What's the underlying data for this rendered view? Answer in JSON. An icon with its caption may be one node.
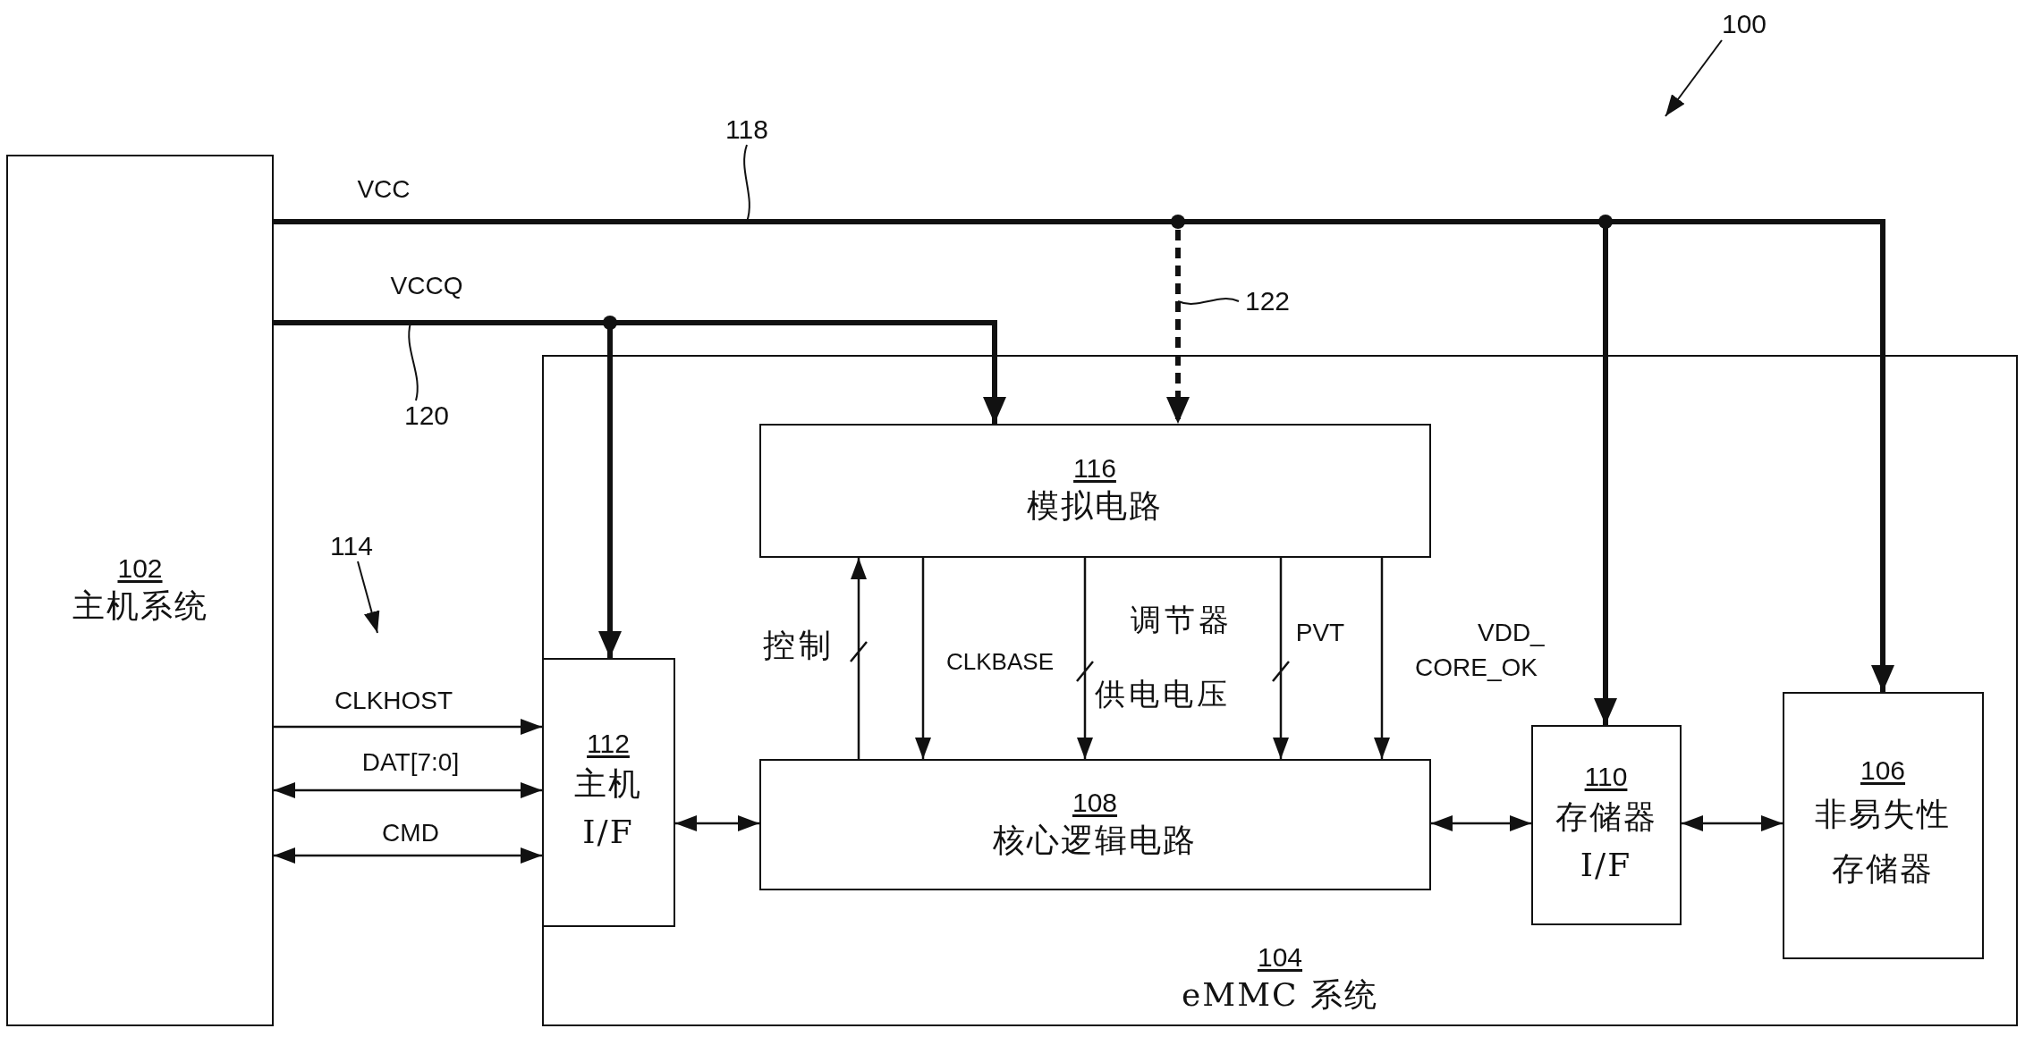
{
  "diagram": {
    "nodes": [
      {
        "text": [
          "102",
          "主机系统"
        ]
      },
      {
        "text": [
          "104",
          "eMMC 系统"
        ]
      },
      {
        "text": [
          "116",
          "模拟电路"
        ],
        "in": 1
      },
      {
        "text": [
          "108",
          "核心逻辑电路"
        ],
        "in": 1
      },
      {
        "text": [
          "112",
          "主机 I/F"
        ],
        "in": 1
      },
      {
        "text": [
          "110",
          "存储器 I/F"
        ],
        "in": 1
      },
      {
        "text": [
          "106",
          "非易失性存储器"
        ],
        "in": 1
      },
      {
        "text": [
          "118"
        ]
      },
      {
        "text": [
          "120"
        ]
      },
      {
        "text": [
          "122"
        ]
      },
      {
        "text": [
          "114"
        ]
      },
      {
        "text": [
          "100"
        ]
      }
    ],
    "edges": [
      {
        "from": 0,
        "to": 6,
        "arrow": "to",
        "label": "VCC",
        "style": "thick"
      },
      {
        "from": 0,
        "to": 5,
        "arrow": "to",
        "style": "thick"
      },
      {
        "from": 0,
        "to": 2,
        "arrow": "to",
        "style": "dashed"
      },
      {
        "from": 0,
        "to": 2,
        "arrow": "to",
        "label": "VCCQ",
        "style": "thick"
      },
      {
        "from": 0,
        "to": 4,
        "arrow": "to",
        "style": "thick"
      },
      {
        "from": 0,
        "to": 4,
        "arrow": "to",
        "label": "CLKHOST"
      },
      {
        "from": 0,
        "to": 4,
        "arrow": "both",
        "label": "DAT[7:0]"
      },
      {
        "from": 0,
        "to": 4,
        "arrow": "both",
        "label": "CMD"
      },
      {
        "from": 4,
        "to": 3,
        "arrow": "both"
      },
      {
        "from": 3,
        "to": 2,
        "arrow": "to",
        "label": "控制"
      },
      {
        "from": 2,
        "to": 3,
        "arrow": "to",
        "label": "CLKBASE"
      },
      {
        "from": 2,
        "to": 3,
        "arrow": "to",
        "label": "调节器供电电压"
      },
      {
        "from": 2,
        "to": 3,
        "arrow": "to",
        "label": "PVT"
      },
      {
        "from": 2,
        "to": 3,
        "arrow": "to",
        "label": "VDD_CORE_OK"
      },
      {
        "from": 3,
        "to": 5,
        "arrow": "both"
      },
      {
        "from": 5,
        "to": 6,
        "arrow": "both"
      },
      {
        "from": 7,
        "to": null,
        "arrow": "none"
      },
      {
        "from": 8,
        "to": null,
        "arrow": "none"
      },
      {
        "from": 9,
        "to": null,
        "arrow": "none"
      },
      {
        "from": 10,
        "to": null,
        "arrow": "to"
      },
      {
        "from": 11,
        "to": null,
        "arrow": "to"
      }
    ]
  }
}
